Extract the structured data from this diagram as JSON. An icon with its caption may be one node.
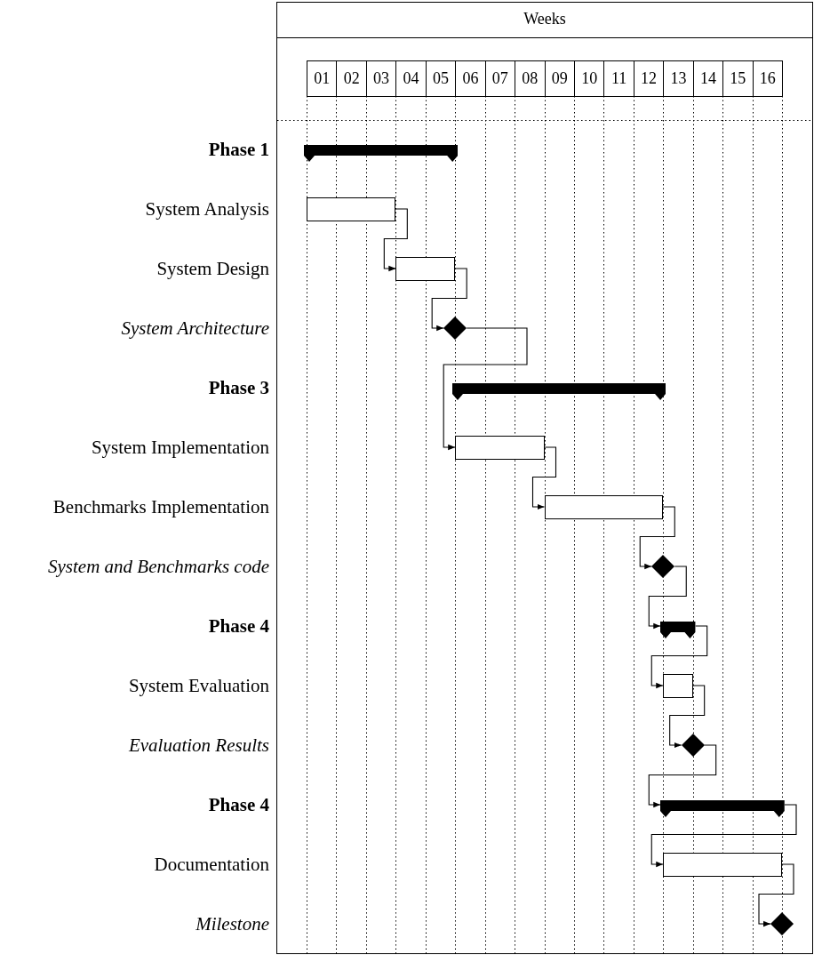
{
  "diagram": {
    "nodes": [
      {
        "text": [],
        "shape": "bar"
      },
      {
        "text": [],
        "shape": "box"
      },
      {
        "text": [],
        "shape": "box"
      },
      {
        "text": [],
        "shape": "diamond"
      },
      {
        "text": [],
        "shape": "bar"
      },
      {
        "text": [],
        "shape": "box"
      },
      {
        "text": [],
        "shape": "box"
      },
      {
        "text": [],
        "shape": "diamond"
      },
      {
        "text": [],
        "shape": "bar"
      },
      {
        "text": [],
        "shape": "box"
      },
      {
        "text": [],
        "shape": "diamond"
      },
      {
        "text": [],
        "shape": "bar"
      },
      {
        "text": [],
        "shape": "box"
      },
      {
        "text": [],
        "shape": "diamond"
      }
    ],
    "edges": [
      {
        "from": 1,
        "to": 2,
        "arrow": "to"
      },
      {
        "from": 2,
        "to": 3,
        "arrow": "to"
      },
      {
        "from": 3,
        "to": 5,
        "arrow": "to"
      },
      {
        "from": 5,
        "to": 6,
        "arrow": "to"
      },
      {
        "from": 6,
        "to": 7,
        "arrow": "to"
      },
      {
        "from": 7,
        "to": 8,
        "arrow": "to"
      },
      {
        "from": 8,
        "to": 9,
        "arrow": "to"
      },
      {
        "from": 9,
        "to": 10,
        "arrow": "to"
      },
      {
        "from": 10,
        "to": 11,
        "arrow": "to"
      },
      {
        "from": 11,
        "to": 12,
        "arrow": "to"
      },
      {
        "from": 12,
        "to": 13,
        "arrow": "to"
      }
    ],
    "labels": [
      "Weeks",
      "01",
      "02",
      "03",
      "04",
      "05",
      "06",
      "07",
      "08",
      "09",
      "10",
      "11",
      "12",
      "13",
      "14",
      "15",
      "16",
      "Phase 1",
      "System Analysis",
      "System Design",
      "System Architecture",
      "Phase 3",
      "System Implementation",
      "Benchmarks Implementation",
      "System and Benchmarks code",
      "Phase 4",
      "System Evaluation",
      "Evaluation Results",
      "Phase 4",
      "Documentation",
      "Milestone"
    ]
  }
}
